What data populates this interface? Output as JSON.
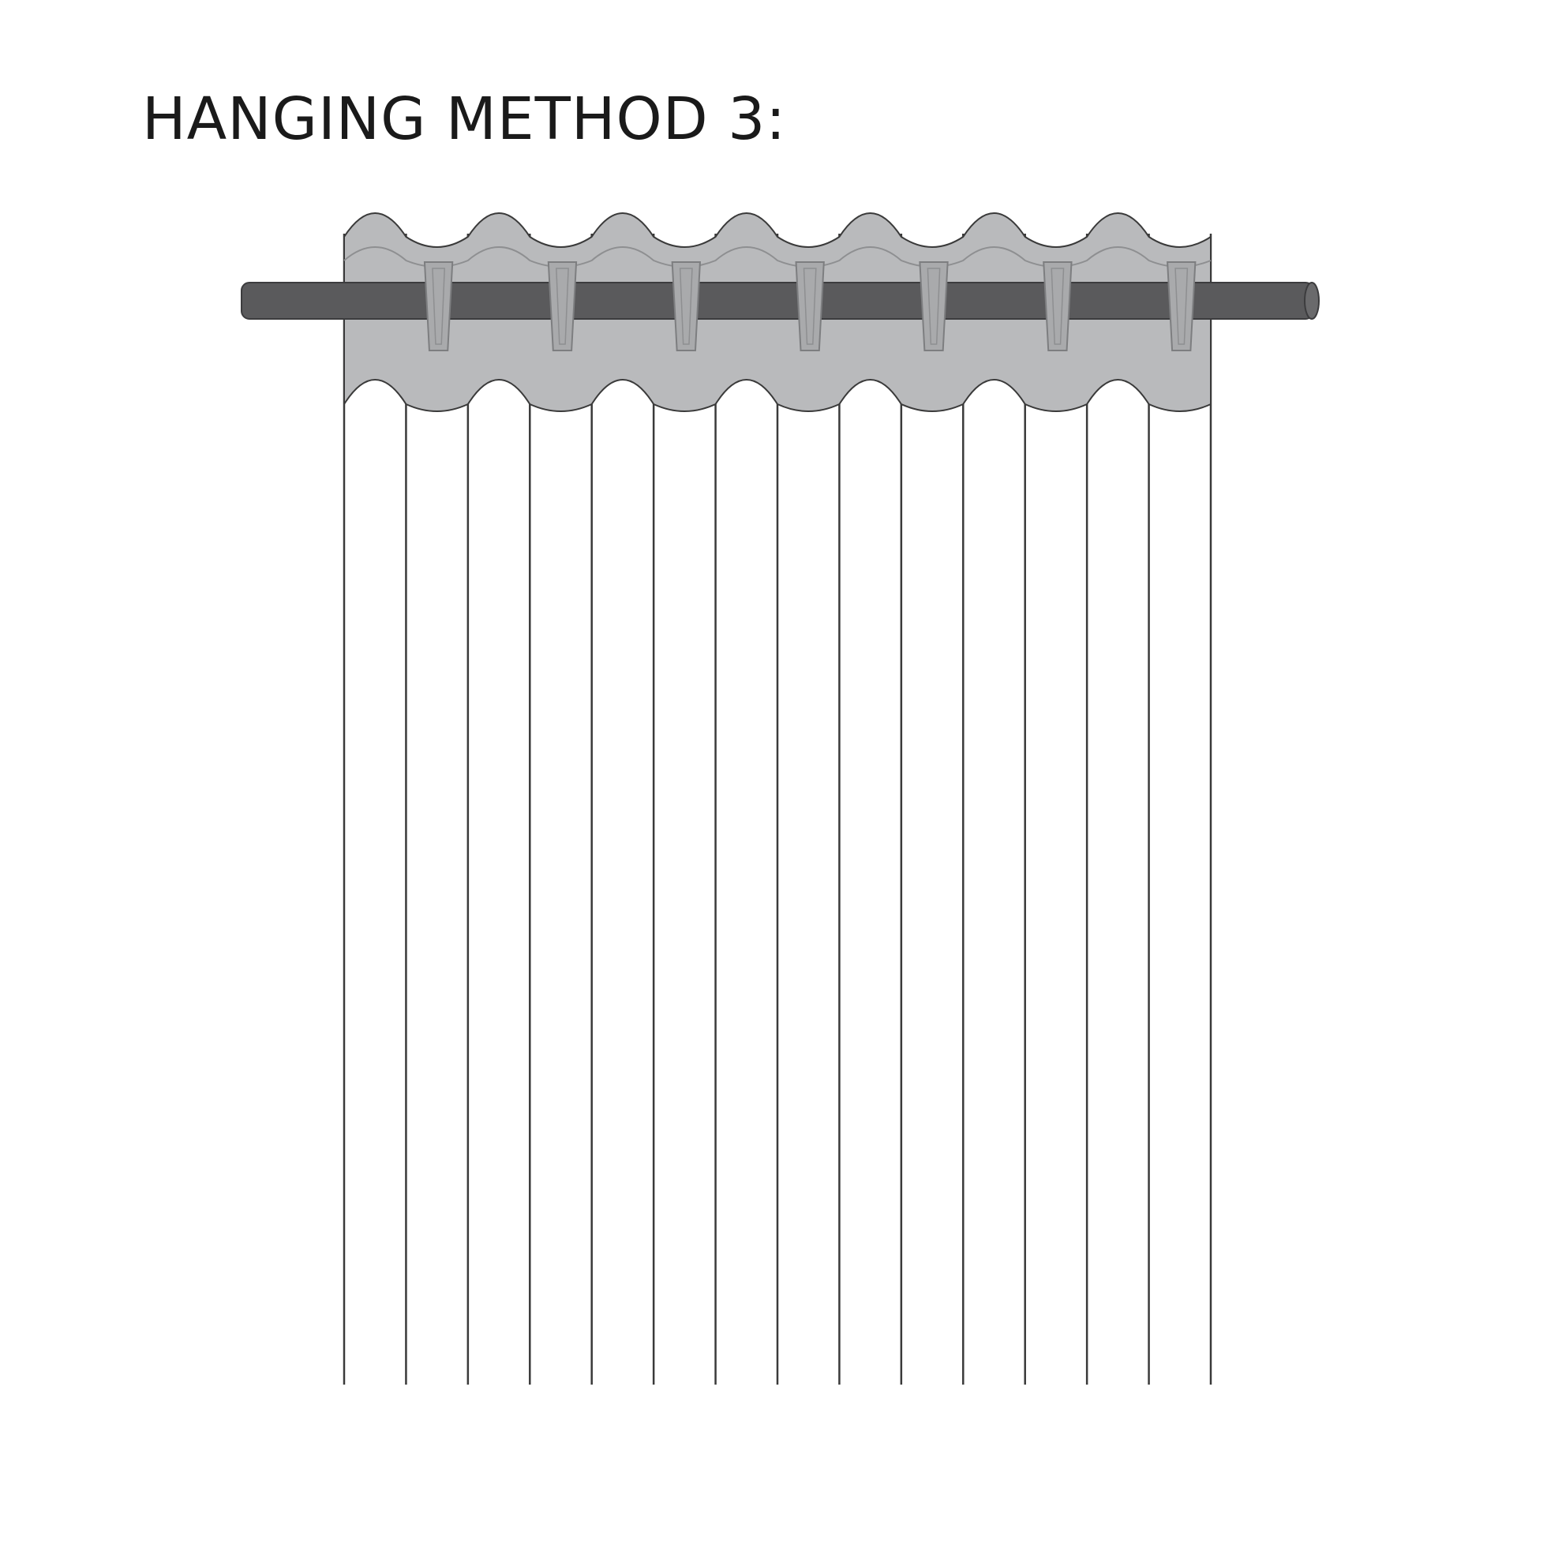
{
  "title": "HANGING METHOD 3:",
  "illustration": {
    "subject": "curtain hanging with tabs on rod",
    "loop_count": 7,
    "panel_fold_count": 15,
    "colors": {
      "rod": "#5a5a5c",
      "header": "#b9babc",
      "tab": "#a9aaac",
      "outline": "#3a3a3a",
      "fabric": "#ffffff"
    }
  }
}
